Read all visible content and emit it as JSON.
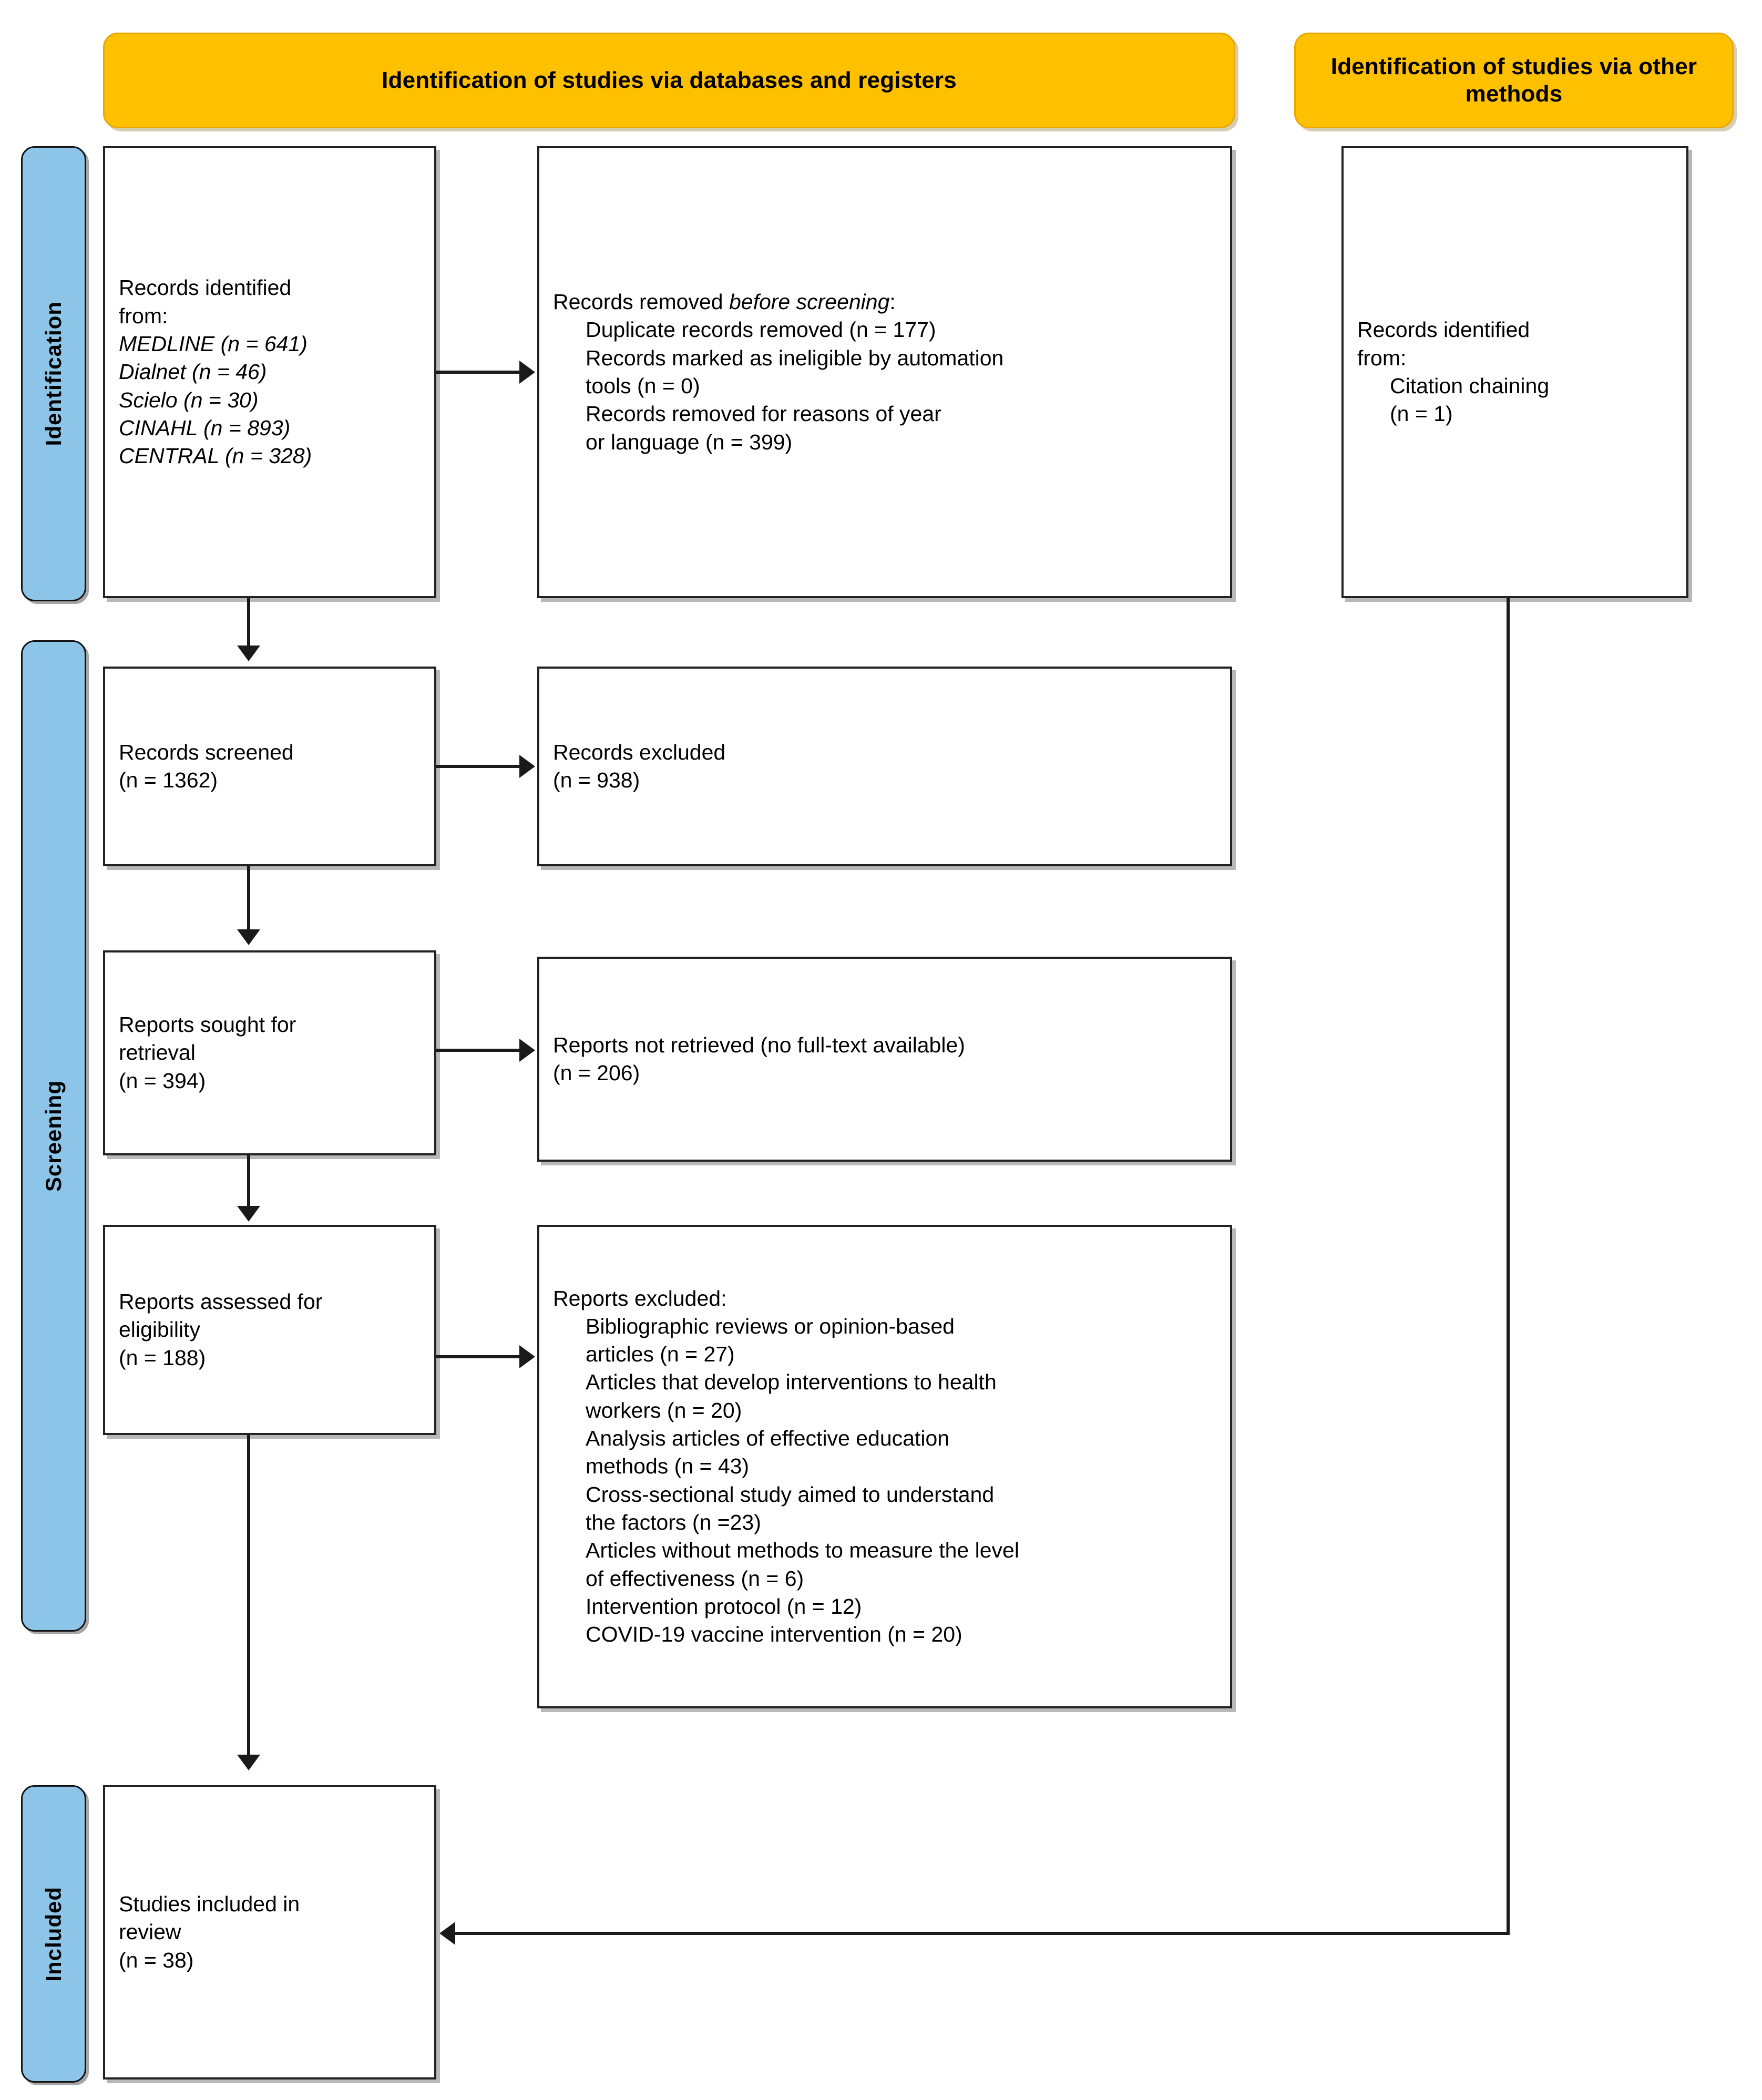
{
  "colors": {
    "header_fill": "#FFC000",
    "stage_fill": "#8CC5E8",
    "box_border": "#222222",
    "connector": "#1A1A1A"
  },
  "headers": {
    "databases": "Identification of studies via databases and registers",
    "other_methods": "Identification of studies via\nother methods"
  },
  "stage_labels": {
    "identification": "Identification",
    "screening": "Screening",
    "included": "Included"
  },
  "boxes": {
    "records_identified": {
      "title": "Records identified\nfrom:",
      "sources": [
        "MEDLINE (n = 641)",
        "Dialnet (n = 46)",
        "Scielo (n = 30)",
        "CINAHL (n = 893)",
        "CENTRAL (n = 328)"
      ]
    },
    "records_removed": {
      "lead_plain": "Records removed ",
      "lead_italic": "before screening",
      "lead_tail": ":",
      "items": [
        "Duplicate records removed (n = 177)",
        "Records marked as ineligible by automation\ntools (n = 0)",
        "Records removed for reasons of year\nor language (n = 399)"
      ]
    },
    "records_screened": {
      "label": "Records screened",
      "count": "(n = 1362)"
    },
    "records_excluded": {
      "label": "Records excluded",
      "count": "(n = 938)"
    },
    "reports_sought": {
      "label": "Reports sought for\nretrieval",
      "count": "(n = 394)"
    },
    "reports_not_retrieved": {
      "label": "Reports not retrieved (no full-text available)",
      "count": "(n = 206)"
    },
    "reports_assessed": {
      "label": "Reports assessed for\neligibility",
      "count": "(n = 188)"
    },
    "reports_excluded": {
      "title": "Reports excluded:",
      "items": [
        "Bibliographic reviews or opinion-based\narticles (n = 27)",
        "Articles that develop interventions to health\nworkers (n = 20)",
        "Analysis articles of effective education\nmethods (n = 43)",
        "Cross-sectional study aimed to understand\nthe factors (n =23)",
        "Articles without methods to measure the level\nof effectiveness (n = 6)",
        "Intervention protocol (n = 12)",
        "COVID-19 vaccine intervention (n = 20)"
      ]
    },
    "other_identified": {
      "title": "Records identified\nfrom:",
      "items": [
        "Citation chaining\n(n = 1)"
      ]
    },
    "studies_included": {
      "label": "Studies included in\nreview",
      "count": "(n = 38)"
    }
  }
}
